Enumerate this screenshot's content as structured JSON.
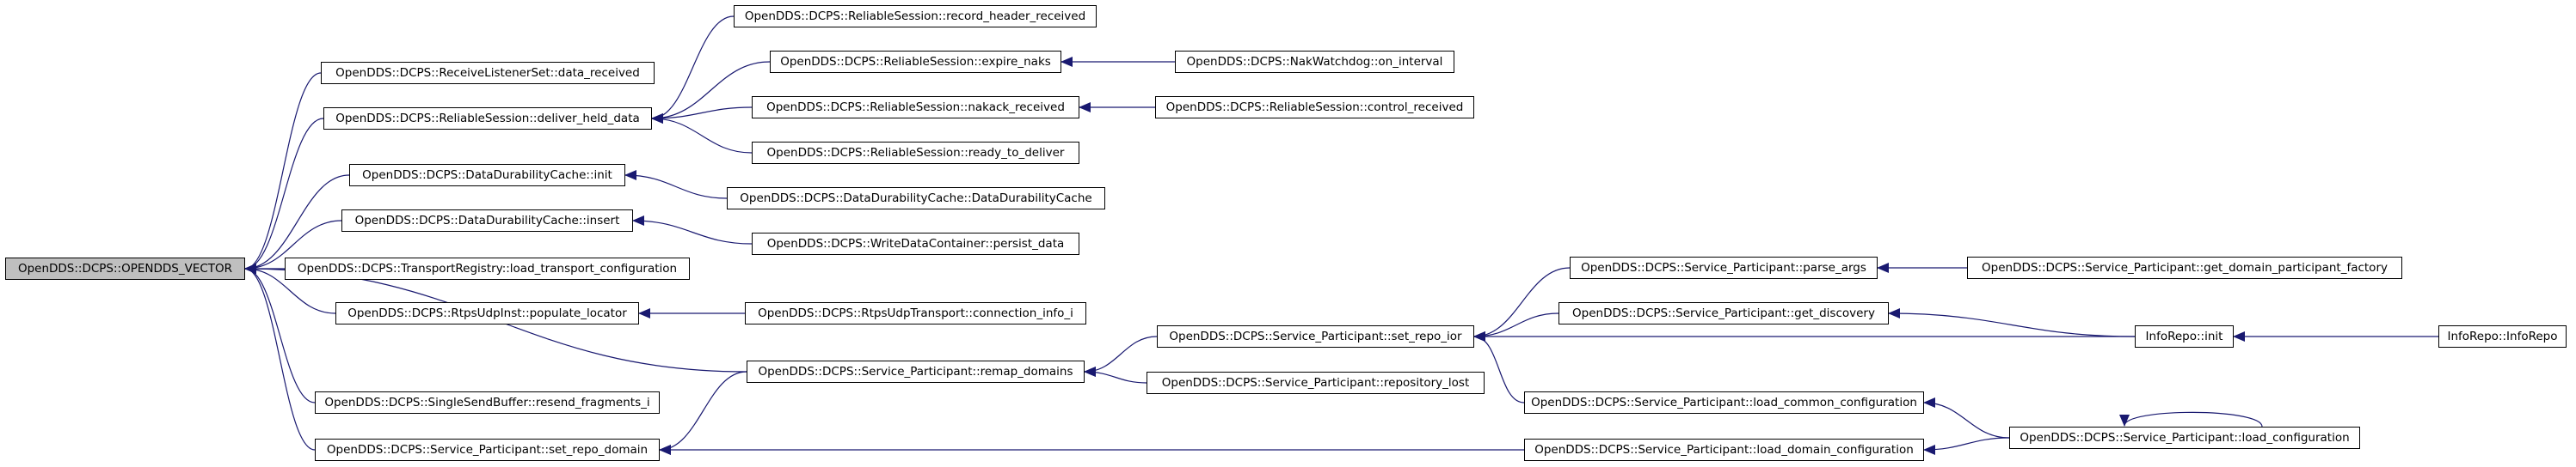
{
  "nodes": {
    "root": "OpenDDS::DCPS::OPENDDS_VECTOR",
    "rls_data_received": "OpenDDS::DCPS::ReceiveListenerSet::data_received",
    "rs_deliver_held_data": "OpenDDS::DCPS::ReliableSession::deliver_held_data",
    "ddc_init": "OpenDDS::DCPS::DataDurabilityCache::init",
    "ddc_insert": "OpenDDS::DCPS::DataDurabilityCache::insert",
    "tr_load_transport_configuration": "OpenDDS::DCPS::TransportRegistry::load_transport_configuration",
    "rui_populate_locator": "OpenDDS::DCPS::RtpsUdpInst::populate_locator",
    "ssb_resend_fragments_i": "OpenDDS::DCPS::SingleSendBuffer::resend_fragments_i",
    "sp_set_repo_domain": "OpenDDS::DCPS::Service_Participant::set_repo_domain",
    "rs_record_header_received": "OpenDDS::DCPS::ReliableSession::record_header_received",
    "rs_expire_naks": "OpenDDS::DCPS::ReliableSession::expire_naks",
    "rs_nakack_received": "OpenDDS::DCPS::ReliableSession::nakack_received",
    "rs_ready_to_deliver": "OpenDDS::DCPS::ReliableSession::ready_to_deliver",
    "ddc_ctor": "OpenDDS::DCPS::DataDurabilityCache::DataDurabilityCache",
    "wdc_persist_data": "OpenDDS::DCPS::WriteDataContainer::persist_data",
    "rut_connection_info_i": "OpenDDS::DCPS::RtpsUdpTransport::connection_info_i",
    "sp_remap_domains": "OpenDDS::DCPS::Service_Participant::remap_domains",
    "nw_on_interval": "OpenDDS::DCPS::NakWatchdog::on_interval",
    "rs_control_received": "OpenDDS::DCPS::ReliableSession::control_received",
    "sp_set_repo_ior": "OpenDDS::DCPS::Service_Participant::set_repo_ior",
    "sp_repository_lost": "OpenDDS::DCPS::Service_Participant::repository_lost",
    "sp_parse_args": "OpenDDS::DCPS::Service_Participant::parse_args",
    "sp_get_discovery": "OpenDDS::DCPS::Service_Participant::get_discovery",
    "sp_load_common_configuration": "OpenDDS::DCPS::Service_Participant::load_common_configuration",
    "sp_load_domain_configuration": "OpenDDS::DCPS::Service_Participant::load_domain_configuration",
    "sp_get_domain_participant_factory": "OpenDDS::DCPS::Service_Participant::get_domain_participant_factory",
    "inforepo_init": "InfoRepo::init",
    "sp_load_configuration": "OpenDDS::DCPS::Service_Participant::load_configuration",
    "inforepo_ctor": "InfoRepo::InfoRepo"
  },
  "edges": [
    [
      "rls_data_received",
      "root"
    ],
    [
      "rs_deliver_held_data",
      "root"
    ],
    [
      "ddc_init",
      "root"
    ],
    [
      "ddc_insert",
      "root"
    ],
    [
      "tr_load_transport_configuration",
      "root"
    ],
    [
      "rui_populate_locator",
      "root"
    ],
    [
      "ssb_resend_fragments_i",
      "root"
    ],
    [
      "sp_set_repo_domain",
      "root"
    ],
    [
      "sp_remap_domains",
      "root"
    ],
    [
      "rs_record_header_received",
      "rs_deliver_held_data"
    ],
    [
      "rs_expire_naks",
      "rs_deliver_held_data"
    ],
    [
      "rs_nakack_received",
      "rs_deliver_held_data"
    ],
    [
      "rs_ready_to_deliver",
      "rs_deliver_held_data"
    ],
    [
      "nw_on_interval",
      "rs_expire_naks"
    ],
    [
      "rs_control_received",
      "rs_nakack_received"
    ],
    [
      "ddc_ctor",
      "ddc_init"
    ],
    [
      "wdc_persist_data",
      "ddc_insert"
    ],
    [
      "rut_connection_info_i",
      "rui_populate_locator"
    ],
    [
      "sp_remap_domains",
      "sp_set_repo_domain"
    ],
    [
      "sp_set_repo_ior",
      "sp_remap_domains"
    ],
    [
      "sp_repository_lost",
      "sp_remap_domains"
    ],
    [
      "sp_parse_args",
      "sp_set_repo_ior"
    ],
    [
      "sp_get_discovery",
      "sp_set_repo_ior"
    ],
    [
      "inforepo_init",
      "sp_set_repo_ior"
    ],
    [
      "sp_load_common_configuration",
      "sp_set_repo_ior"
    ],
    [
      "sp_load_domain_configuration",
      "sp_set_repo_domain"
    ],
    [
      "sp_get_domain_participant_factory",
      "sp_parse_args"
    ],
    [
      "inforepo_init",
      "sp_get_discovery"
    ],
    [
      "inforepo_ctor",
      "inforepo_init"
    ],
    [
      "sp_load_configuration",
      "sp_load_common_configuration"
    ],
    [
      "sp_load_configuration",
      "sp_load_domain_configuration"
    ],
    [
      "sp_load_configuration",
      "sp_load_configuration"
    ]
  ],
  "colors": {
    "edge": "#191970",
    "node_border": "#000000",
    "node_fill": "#ffffff",
    "root_fill": "#bfbfbf"
  }
}
